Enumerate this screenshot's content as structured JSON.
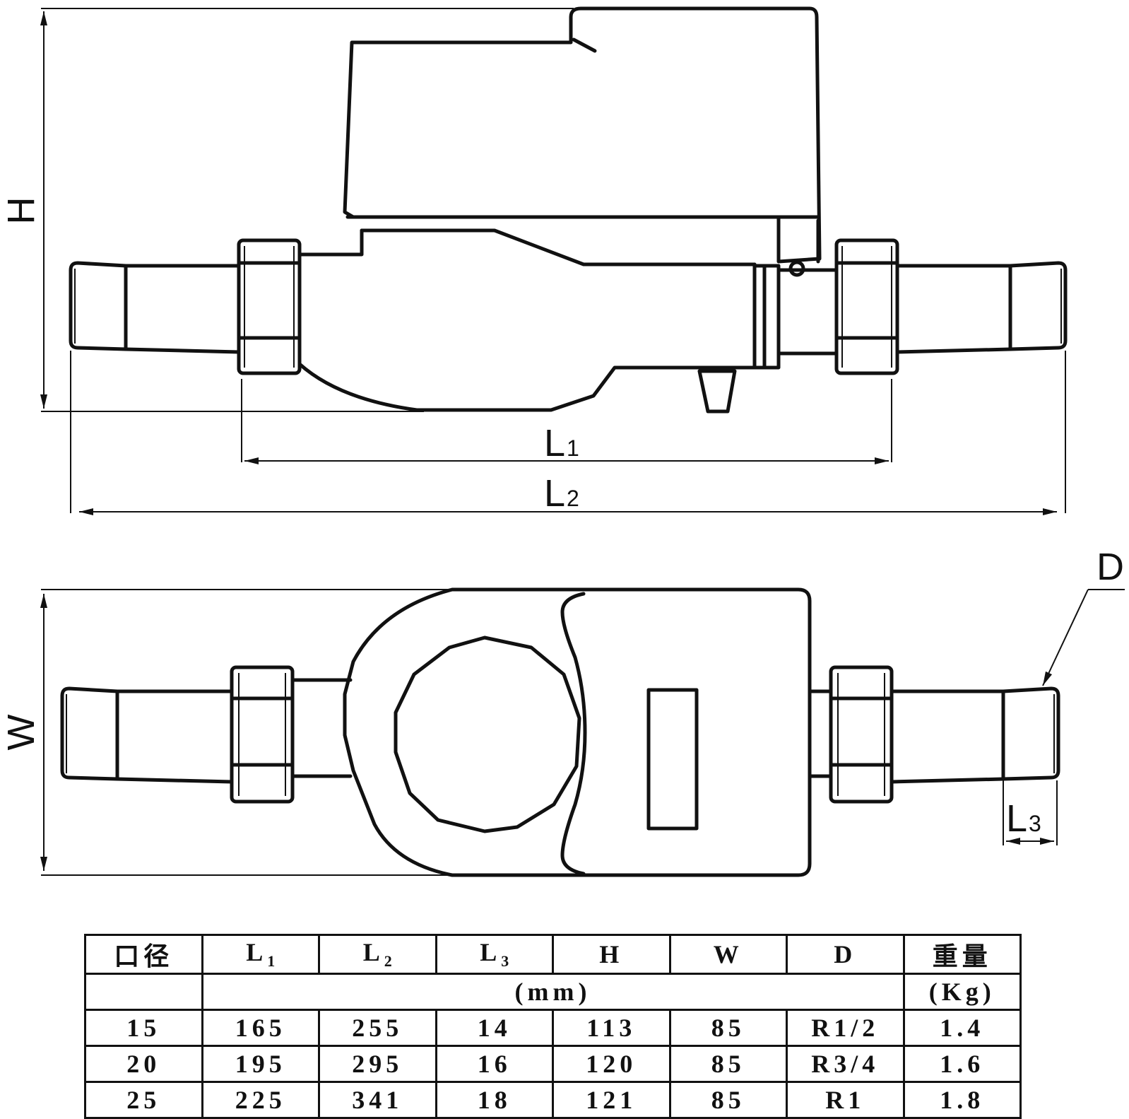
{
  "labels": {
    "height": "H",
    "width": "W",
    "l1_main": "L",
    "l1_sub": "1",
    "l2_main": "L",
    "l2_sub": "2",
    "l3_main": "L",
    "l3_sub": "3",
    "thread": "D"
  },
  "table": {
    "header": {
      "caliber": "口径",
      "l1_main": "L",
      "l1_sub": "1",
      "l2_main": "L",
      "l2_sub": "2",
      "l3_main": "L",
      "l3_sub": "3",
      "h": "H",
      "w": "W",
      "d": "D",
      "weight": "重量"
    },
    "units": {
      "dimension": "(mm)",
      "weight": "(Kg)"
    },
    "rows": [
      {
        "caliber": "15",
        "l1": "165",
        "l2": "255",
        "l3": "14",
        "h": "113",
        "w": "85",
        "d": "R1/2",
        "weight": "1.4"
      },
      {
        "caliber": "20",
        "l1": "195",
        "l2": "295",
        "l3": "16",
        "h": "120",
        "w": "85",
        "d": "R3/4",
        "weight": "1.6"
      },
      {
        "caliber": "25",
        "l1": "225",
        "l2": "341",
        "l3": "18",
        "h": "121",
        "w": "85",
        "d": "R1",
        "weight": "1.8"
      }
    ]
  }
}
